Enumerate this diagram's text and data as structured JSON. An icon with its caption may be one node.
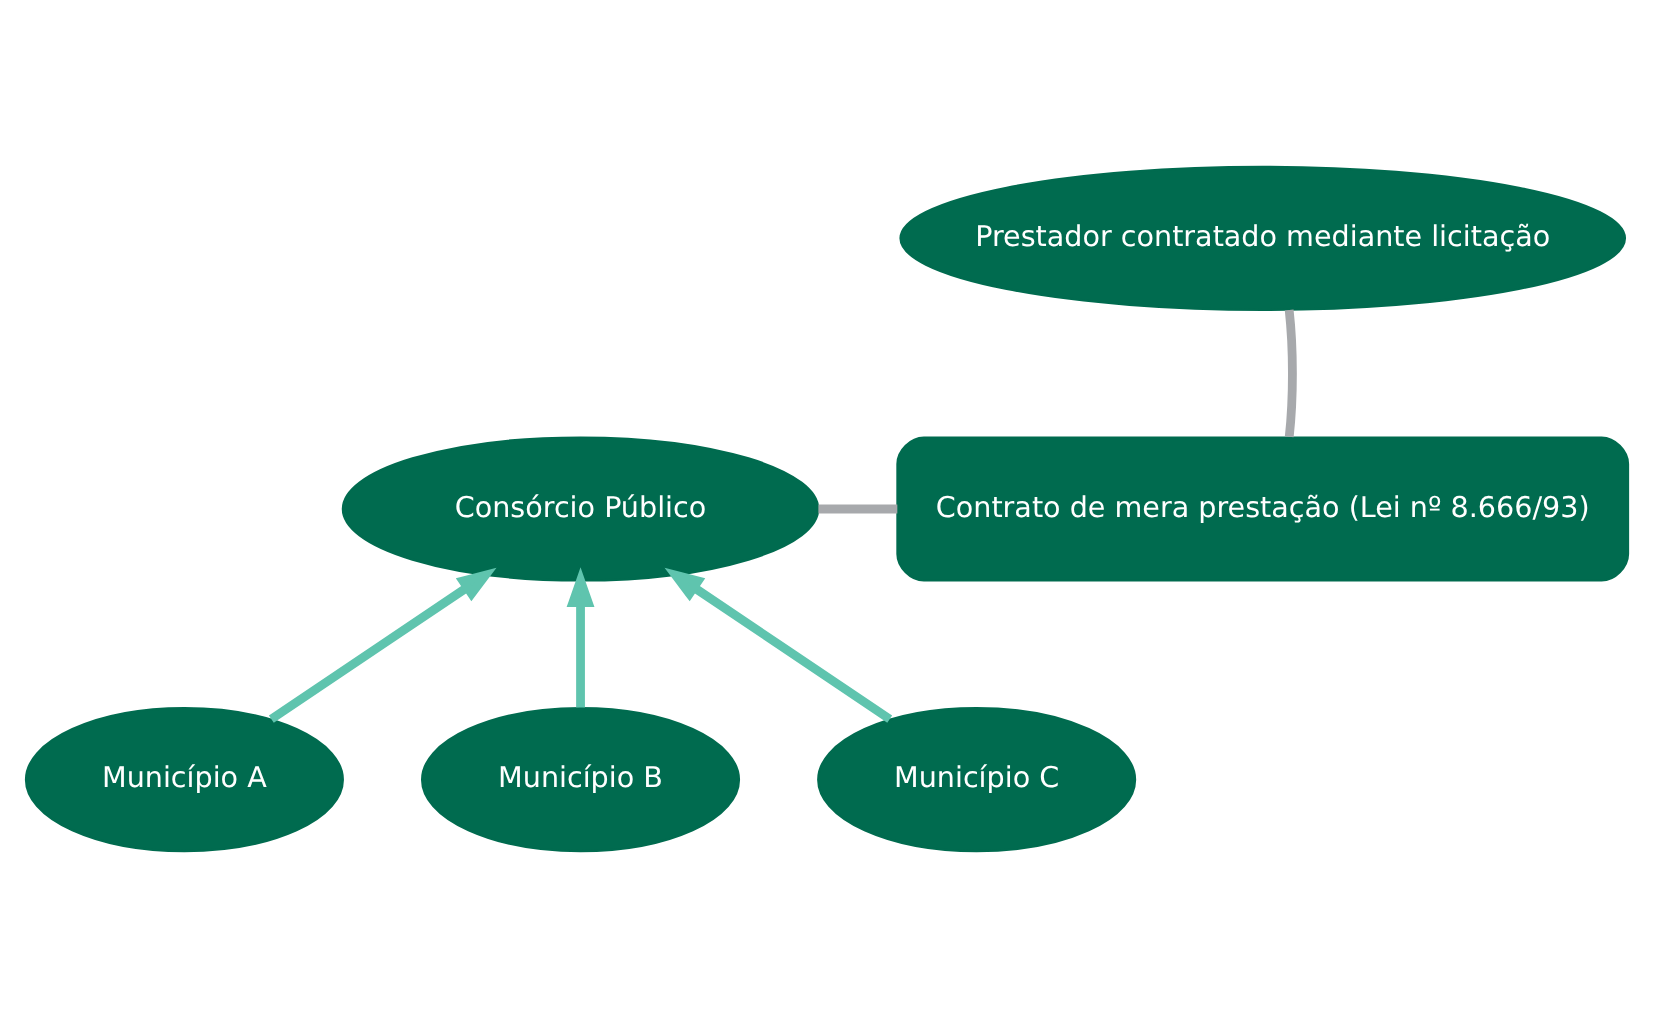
{
  "diagram": {
    "nodes": [
      {
        "text": [
          "Prestador contratado mediante licitação"
        ]
      },
      {
        "text": [
          "Contrato de mera prestação (Lei nº 8.666/93)"
        ]
      },
      {
        "text": [
          "Consórcio Público"
        ]
      },
      {
        "text": [
          "Município A"
        ]
      },
      {
        "text": [
          "Município B"
        ]
      },
      {
        "text": [
          "Município C"
        ]
      }
    ],
    "edges": [
      {
        "from": 0,
        "to": 1,
        "arrow": "none",
        "color": "#a7a9ac"
      },
      {
        "from": 2,
        "to": 1,
        "arrow": "none",
        "color": "#a7a9ac"
      },
      {
        "from": 3,
        "to": 2,
        "arrow": "to"
      },
      {
        "from": 4,
        "to": 2,
        "arrow": "to"
      },
      {
        "from": 5,
        "to": 2,
        "arrow": "to"
      }
    ]
  }
}
